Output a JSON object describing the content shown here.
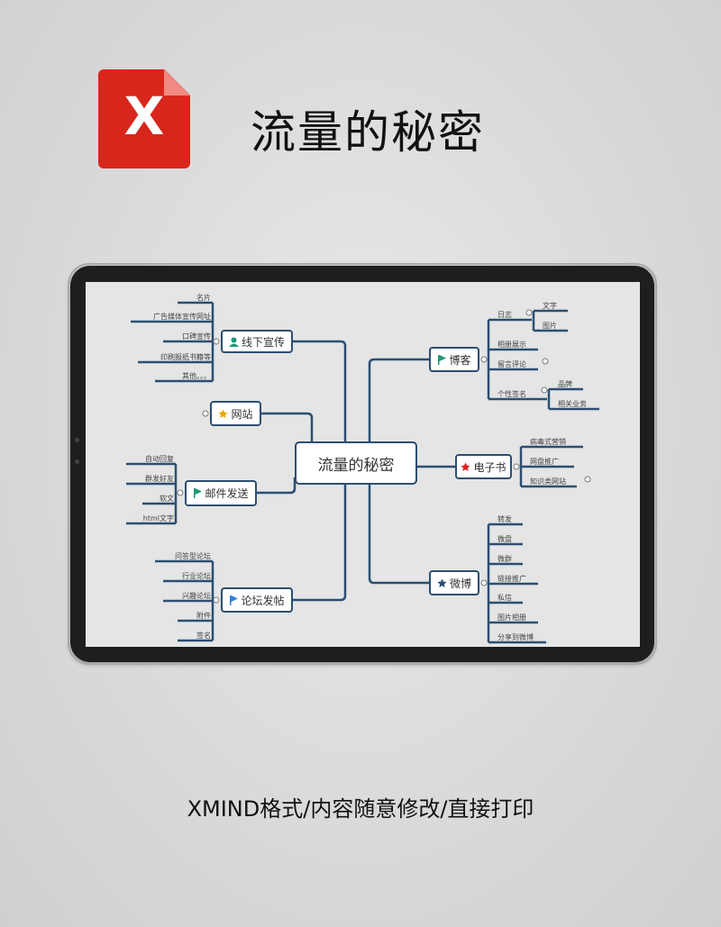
{
  "header": {
    "logo_letter": "X",
    "title": "流量的秘密"
  },
  "mindmap": {
    "center": "流量的秘密",
    "branches": [
      {
        "label": "线下宣传",
        "icon": "person-icon",
        "leaves": [
          "名片",
          "广告媒体宣传网址",
          "口碑宣传",
          "印刷报纸书籍等",
          "其他。。。"
        ]
      },
      {
        "label": "网站",
        "icon": "star-icon",
        "leaves": []
      },
      {
        "label": "邮件发送",
        "icon": "flag-icon",
        "leaves": [
          "自动回复",
          "群发好友",
          "软文",
          "html文字"
        ]
      },
      {
        "label": "论坛发帖",
        "icon": "flag-icon",
        "leaves": [
          "问答型论坛",
          "行业论坛",
          "兴趣论坛",
          "附件",
          "签名"
        ]
      },
      {
        "label": "博客",
        "icon": "flag-icon",
        "leaves": [
          "日志",
          "相册展示",
          "留言评论",
          "个性签名"
        ],
        "sub": {
          "日志": [
            "文字",
            "图片"
          ],
          "个性签名": [
            "品牌",
            "相关业务"
          ]
        }
      },
      {
        "label": "电子书",
        "icon": "star-icon",
        "leaves": [
          "病毒式营销",
          "网盘推广",
          "知识类网站"
        ]
      },
      {
        "label": "微博",
        "icon": "star-icon",
        "leaves": [
          "转发",
          "微盘",
          "微群",
          "链接推广",
          "私信",
          "图片相册",
          "分享到微博"
        ]
      }
    ],
    "colors": {
      "line": "#2c4e72",
      "person": "#1a9a7a",
      "flag_green": "#1a9a7a",
      "flag_blue": "#2f7fe0",
      "star_orange": "#f0a400",
      "star_red": "#e02020",
      "star_dark": "#2c4e72"
    }
  },
  "footer": {
    "text": "XMIND格式/内容随意修改/直接打印"
  }
}
